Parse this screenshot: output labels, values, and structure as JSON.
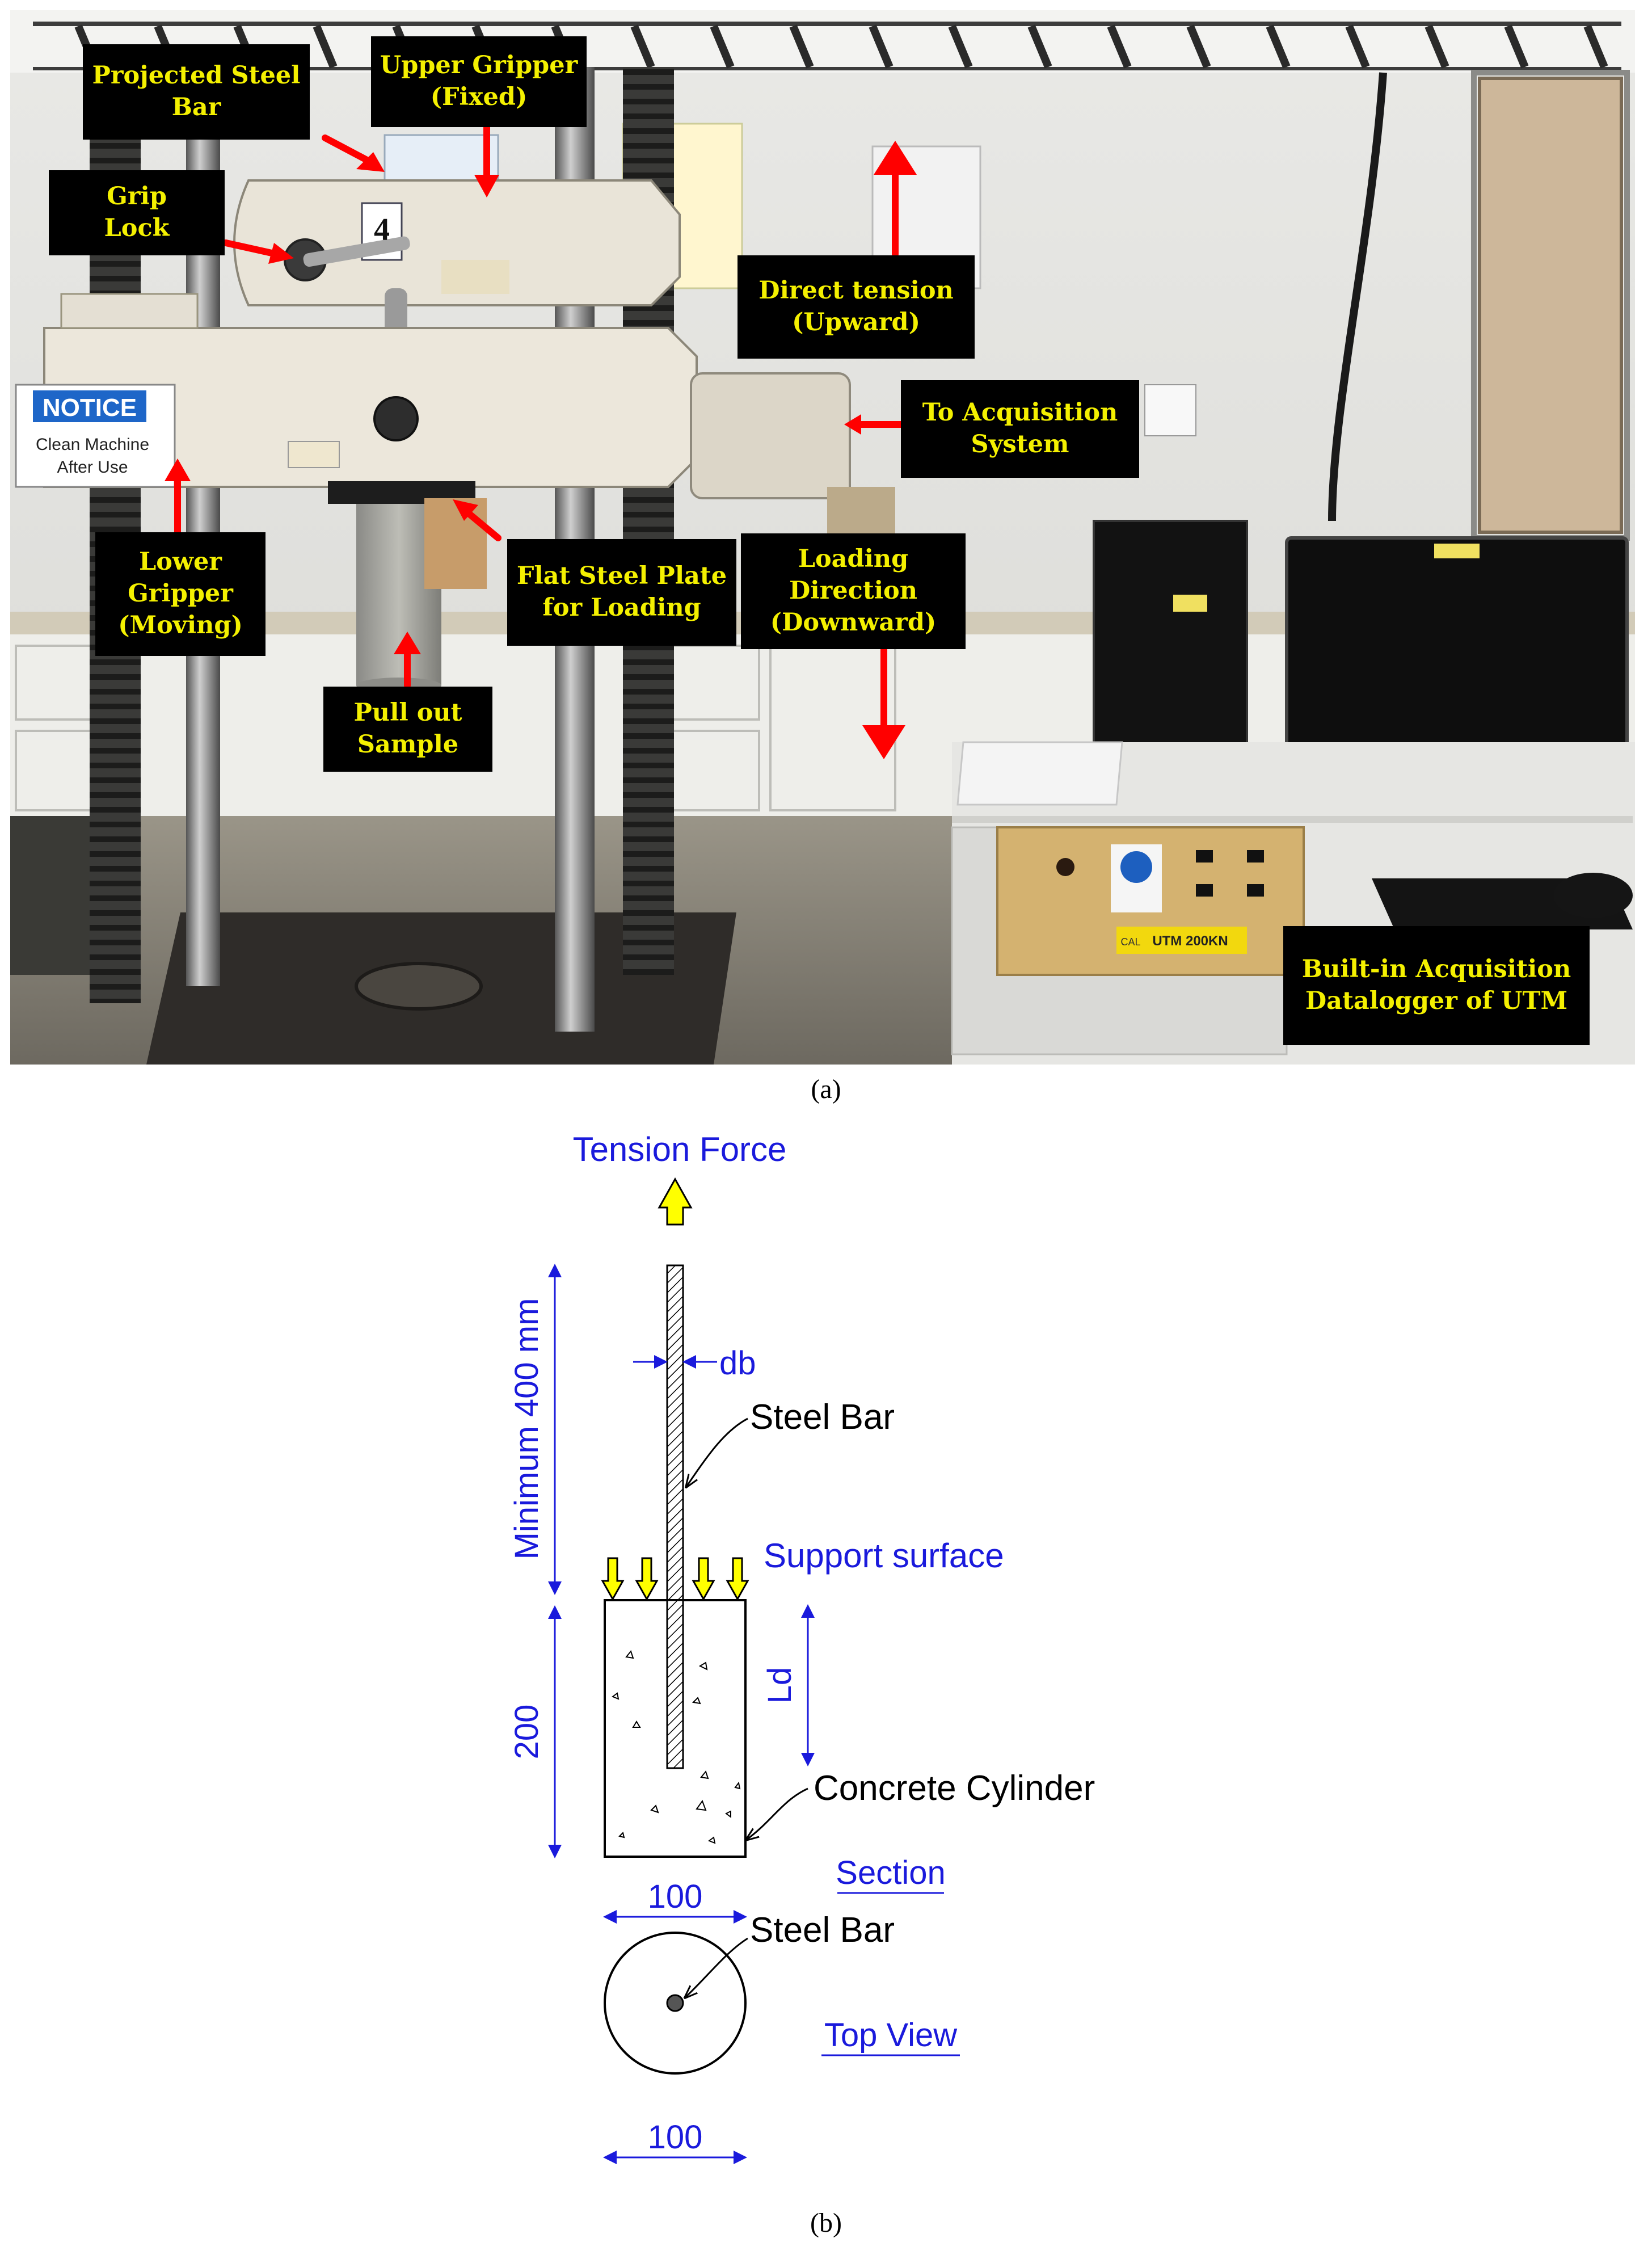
{
  "panel_a": {
    "caption": "(a)",
    "labels": {
      "projected_steel_bar": [
        "Projected Steel",
        "Bar"
      ],
      "upper_gripper": [
        "Upper Gripper",
        "(Fixed)"
      ],
      "grip_lock": [
        "Grip",
        "Lock"
      ],
      "direct_tension": [
        "Direct tension",
        "(Upward)"
      ],
      "to_acquisition": [
        "To Acquisition",
        "System"
      ],
      "lower_gripper": [
        "Lower",
        "Gripper",
        "(Moving)"
      ],
      "flat_steel_plate": [
        "Flat Steel Plate",
        "for Loading"
      ],
      "loading_direction": [
        "Loading",
        "Direction",
        "(Downward)"
      ],
      "pull_out_sample": [
        "Pull out",
        "Sample"
      ],
      "datalogger": [
        "Built-in Acquisition",
        "Datalogger of UTM"
      ]
    },
    "photo_text": {
      "notice_title": "NOTICE",
      "notice_line1": "Clean Machine",
      "notice_line2": "After Use",
      "machine_number": "4",
      "utm_tag": "UTM 200KN",
      "cal_tag": "CAL"
    },
    "colors": {
      "label_bg": "#000000",
      "label_text": "#f4f000",
      "arrow": "#ff0000"
    }
  },
  "panel_b": {
    "caption": "(b)",
    "labels": {
      "tension_force": "Tension Force",
      "minimum_length": "Minimum 400 mm",
      "db": "db",
      "steel_bar": "Steel Bar",
      "support_surface": "Support surface",
      "ld": "Ld",
      "concrete_cylinder": "Concrete Cylinder",
      "height": "200",
      "section": "Section",
      "width_section": "100",
      "steel_bar_top": "Steel Bar",
      "top_view": "Top View",
      "width_top": "100"
    },
    "colors": {
      "dimension": "#1a1adc",
      "force_arrow": "#ffff00",
      "outline": "#000000"
    }
  }
}
